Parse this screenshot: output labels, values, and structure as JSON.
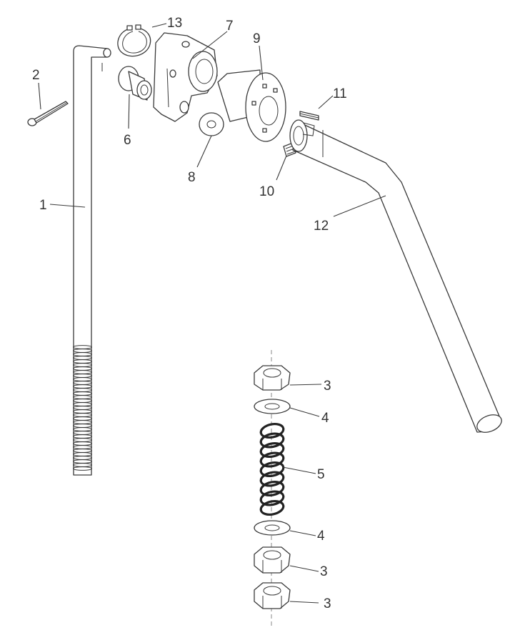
{
  "diagram": {
    "labels": [
      {
        "id": "l1",
        "text": "1"
      },
      {
        "id": "l2",
        "text": "2"
      },
      {
        "id": "l3a",
        "text": "3"
      },
      {
        "id": "l3b",
        "text": "3"
      },
      {
        "id": "l3c",
        "text": "3"
      },
      {
        "id": "l4a",
        "text": "4"
      },
      {
        "id": "l4b",
        "text": "4"
      },
      {
        "id": "l5",
        "text": "5"
      },
      {
        "id": "l6",
        "text": "6"
      },
      {
        "id": "l7",
        "text": "7"
      },
      {
        "id": "l8",
        "text": "8"
      },
      {
        "id": "l9",
        "text": "9"
      },
      {
        "id": "l10",
        "text": "10"
      },
      {
        "id": "l11",
        "text": "11"
      },
      {
        "id": "l12",
        "text": "12"
      },
      {
        "id": "l13",
        "text": "13"
      }
    ]
  }
}
